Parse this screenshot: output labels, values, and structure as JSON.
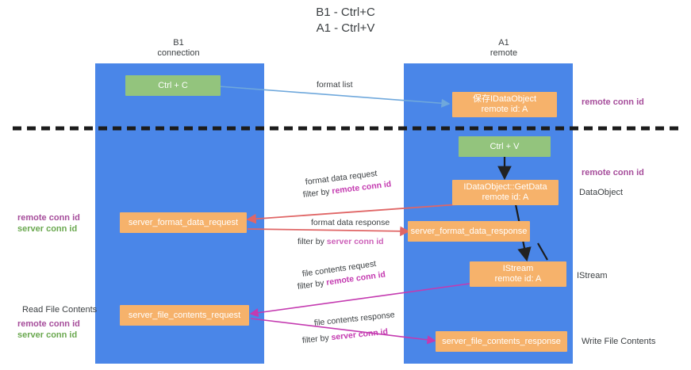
{
  "title": {
    "line1": "B1 - Ctrl+C",
    "line2": "A1 - Ctrl+V"
  },
  "columns": [
    {
      "name": "B1",
      "sub": "connection"
    },
    {
      "name": "A1",
      "sub": "remote"
    }
  ],
  "boxes": {
    "ctrl_c": "Ctrl + C",
    "ctrl_v": "Ctrl + V",
    "data_object_top_l1": "保存IDataObject",
    "data_object_top_l2": "remote id: A",
    "get_data_l1": "IDataObject::GetData",
    "get_data_l2": "remote id: A",
    "server_format_data_request": "server_format_data_request",
    "server_format_data_response": "server_format_data_response",
    "istream_l1": "IStream",
    "istream_l2": "remote id: A",
    "server_file_contents_request": "server_file_contents_request",
    "server_file_contents_response": "server_file_contents_response"
  },
  "arrow_labels": {
    "format_list": "format list",
    "format_data_request": "format data request",
    "format_data_request_filter_prefix": "filter by ",
    "format_data_request_filter_key": "remote conn id",
    "format_data_response": "format data response",
    "format_data_response_filter_prefix": "filter by ",
    "format_data_response_filter_key": "server conn id",
    "file_contents_request": "file contents request",
    "file_contents_request_filter_prefix": "filter by ",
    "file_contents_request_filter_key": "remote conn id",
    "file_contents_response": "file contents response",
    "file_contents_response_filter_prefix": "filter by ",
    "file_contents_response_filter_key": "server conn id"
  },
  "right_notes": {
    "remote_conn_id_top": "remote conn id",
    "remote_conn_id_mid": "remote conn id",
    "data_object": "DataObject",
    "istream": "IStream",
    "write_file_contents": "Write File Contents"
  },
  "left_notes": {
    "remote_conn_id_mid": "remote conn id",
    "server_conn_id_mid": "server conn id",
    "read_file_contents": "Read File Contents",
    "remote_conn_id_bottom": "remote conn id",
    "server_conn_id_bottom": "server conn id"
  },
  "colors": {
    "lane": "#4a86e8",
    "green_box": "#93c47d",
    "orange_box": "#f6b26b",
    "purple": "#a64d9b",
    "green_text": "#6aa84f",
    "magenta": "#c43ab0",
    "blue_arrow": "#6fa8dc",
    "red_arrow": "#e06666",
    "divider": "#3c4043"
  }
}
